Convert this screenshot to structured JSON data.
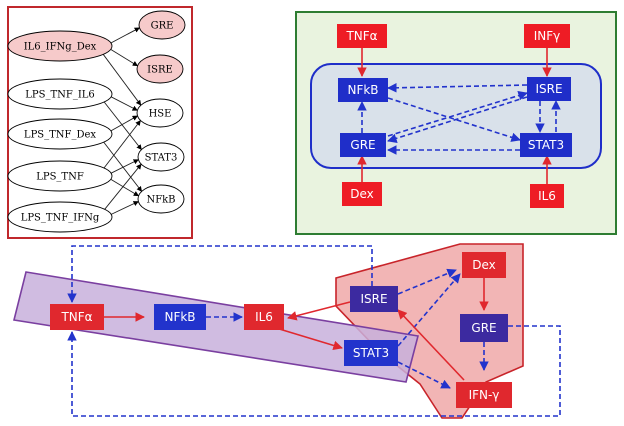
{
  "panel_a": {
    "sources": [
      {
        "id": "il6_ifng_dex",
        "label": "IL6_IFNg_Dex",
        "highlight": true
      },
      {
        "id": "lps_tnf_il6",
        "label": "LPS_TNF_IL6",
        "highlight": false
      },
      {
        "id": "lps_tnf_dex",
        "label": "LPS_TNF_Dex",
        "highlight": false
      },
      {
        "id": "lps_tnf",
        "label": "LPS_TNF",
        "highlight": false
      },
      {
        "id": "lps_tnf_ifng",
        "label": "LPS_TNF_IFNg",
        "highlight": false
      }
    ],
    "targets": [
      {
        "id": "gre",
        "label": "GRE",
        "highlight": true
      },
      {
        "id": "isre",
        "label": "ISRE",
        "highlight": true
      },
      {
        "id": "hse",
        "label": "HSE",
        "highlight": false
      },
      {
        "id": "stat3",
        "label": "STAT3",
        "highlight": false
      },
      {
        "id": "nfkb",
        "label": "NFkB",
        "highlight": false
      }
    ],
    "edges": [
      [
        "il6_ifng_dex",
        "gre"
      ],
      [
        "il6_ifng_dex",
        "isre"
      ],
      [
        "il6_ifng_dex",
        "hse"
      ],
      [
        "lps_tnf_il6",
        "hse"
      ],
      [
        "lps_tnf_il6",
        "stat3"
      ],
      [
        "lps_tnf_dex",
        "hse"
      ],
      [
        "lps_tnf_dex",
        "nfkb"
      ],
      [
        "lps_tnf",
        "hse"
      ],
      [
        "lps_tnf",
        "stat3"
      ],
      [
        "lps_tnf",
        "nfkb"
      ],
      [
        "lps_tnf_ifng",
        "stat3"
      ],
      [
        "lps_tnf_ifng",
        "nfkb"
      ]
    ],
    "colors": {
      "border": "#c0282c",
      "highlight_fill": "#f6caca"
    }
  },
  "panel_b": {
    "inputs": {
      "tnfa": "TNFα",
      "infg": "INFγ",
      "dex": "Dex",
      "il6": "IL6"
    },
    "nodes": {
      "nfkb": "NFkB",
      "isre": "ISRE",
      "gre": "GRE",
      "stat3": "STAT3"
    },
    "colors": {
      "border": "#2e7d32",
      "background": "#e9f3df",
      "inner_fill": "#d9e1ea",
      "inner_border": "#1f2ec9",
      "node_fill": "#1f2ec9",
      "input_fill": "#ee1c25"
    }
  },
  "panel_c": {
    "nodes": {
      "tnfa": "TNFα",
      "nfkb": "NFkB",
      "il6": "IL6",
      "isre": "ISRE",
      "stat3": "STAT3",
      "dex": "Dex",
      "gre": "GRE",
      "ifng": "IFN-γ"
    },
    "colors": {
      "purple_region": "#c8b0dc",
      "purple_border": "#7a3fa0",
      "red_region": "#f0a8a8",
      "red_border": "#c8242a",
      "blue": "#2233cc",
      "red": "#e0282e",
      "purple_node": "#3c2aa0"
    }
  }
}
